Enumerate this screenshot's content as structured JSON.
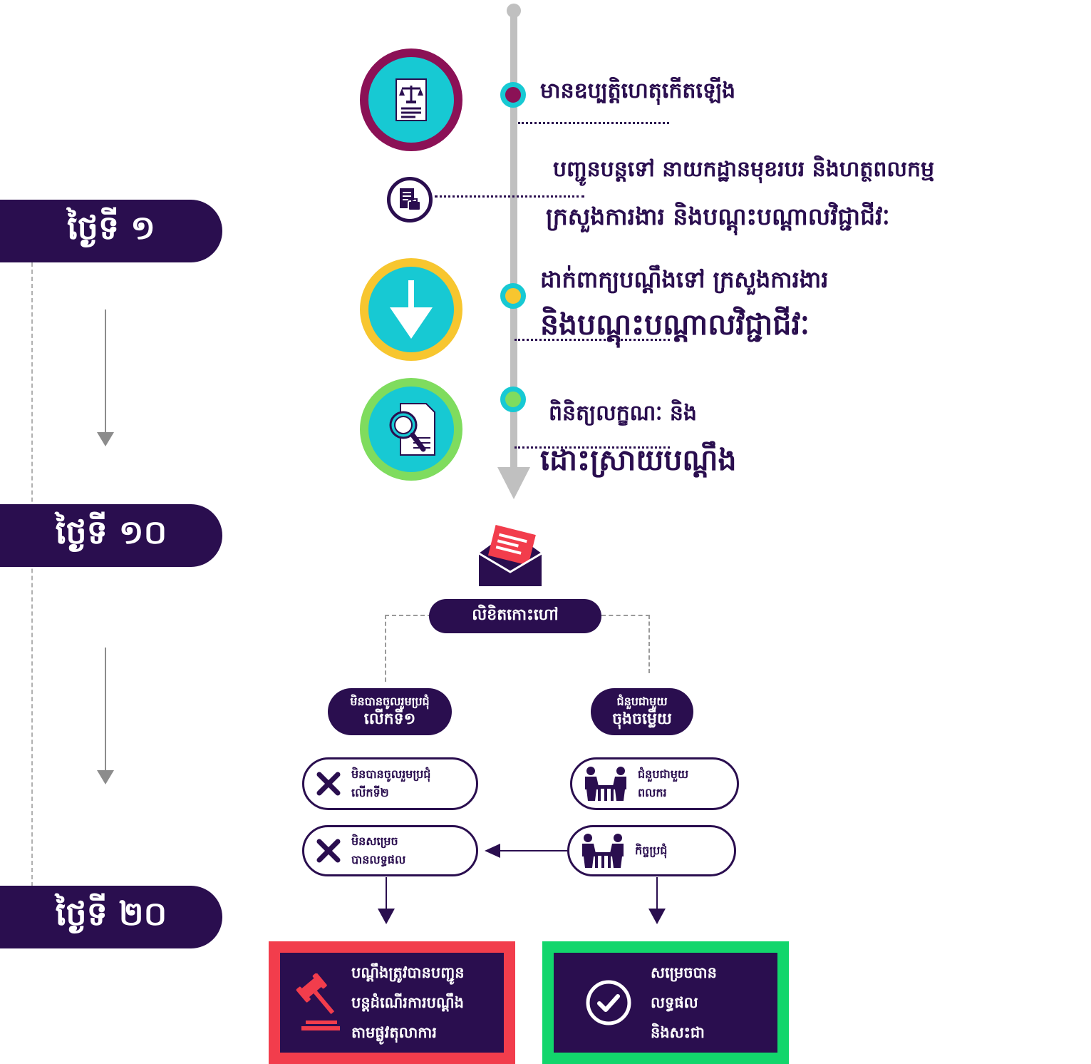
{
  "days": [
    {
      "label": "ថ្ងៃទី ១"
    },
    {
      "label": "ថ្ងៃទី ១០"
    },
    {
      "label": "ថ្ងៃទី ២០"
    }
  ],
  "steps": {
    "incident": {
      "text": "មានឧប្បត្តិហេតុកើតឡើង",
      "icon": "legal-document-icon"
    },
    "forward": {
      "line1": "បញ្ជូនបន្តទៅ នាយកដ្ឋានមុខរបរ និងហត្ថពលកម្ម",
      "line2": "ក្រសួងការងារ និងបណ្តុះបណ្តាលវិជ្ជាជីវៈ",
      "icon": "document-briefcase-icon"
    },
    "file": {
      "line1": "ដាក់ពាក្យបណ្តឹងទៅ ក្រសួងការងារ",
      "line2": "និងបណ្តុះបណ្តាលវិជ្ជាជីវៈ",
      "icon": "down-arrow-icon"
    },
    "review": {
      "line1": "ពិនិត្យលក្ខណៈ និង",
      "line2": "ដោះស្រាយបណ្តឹង",
      "icon": "magnifier-document-icon"
    }
  },
  "summons": {
    "label": "លិខិតកោះហៅ",
    "icon": "envelope-letter-icon"
  },
  "branches": {
    "left": {
      "line1": "មិនបានចូលរួមប្រជុំ",
      "line2": "លើកទី១"
    },
    "right": {
      "line1": "ជំនួបជាមួយ",
      "line2": "ចុងចម្លើយ"
    }
  },
  "options": {
    "absent2": {
      "line1": "មិនបានចូលរួមប្រជុំ",
      "line2": "លើកទី២",
      "icon": "x-icon"
    },
    "no_result": {
      "line1": "មិនសម្រេច",
      "line2": "បានលទ្ធផល",
      "icon": "x-icon"
    },
    "meet_worker": {
      "line1": "ជំនួបជាមួយ",
      "line2": "ពលករ",
      "icon": "meeting-icon"
    },
    "meeting": {
      "line1": "កិច្ចប្រជុំ",
      "icon": "meeting-icon"
    }
  },
  "outcomes": {
    "court": {
      "line1": "បណ្តឹងត្រូវបានបញ្ជូន",
      "line2": "បន្តដំណើរការបណ្តឹង",
      "line3": "តាមផ្លូវតុលាការ",
      "icon": "gavel-icon",
      "border": "#f23d4c"
    },
    "resolved": {
      "line1": "សម្រេចបាន",
      "line2": "លទ្ធផល",
      "line3": "និងសះជា",
      "icon": "check-circle-icon",
      "border": "#12d66c"
    }
  },
  "colors": {
    "navy": "#2a0e4f",
    "teal": "#17c9d3",
    "magenta": "#8b1156",
    "yellow": "#f7c62f",
    "green": "#7fdc5e",
    "grey": "#b9b9b9",
    "red": "#f23d4c",
    "bright_green": "#12d66c"
  }
}
